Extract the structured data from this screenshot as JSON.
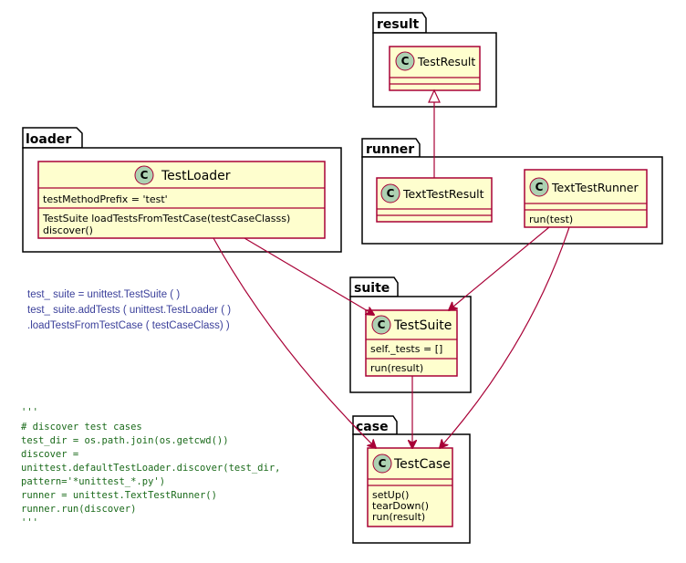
{
  "packages": {
    "result": "result",
    "runner": "runner",
    "loader": "loader",
    "suite": "suite",
    "case": "case"
  },
  "classes": {
    "test_result": {
      "name": "TestResult"
    },
    "text_test_result": {
      "name": "TextTestResult"
    },
    "text_test_runner": {
      "name": "TextTestRunner",
      "methods": [
        "run(test)"
      ]
    },
    "test_loader": {
      "name": "TestLoader",
      "fields": [
        "testMethodPrefix = 'test'"
      ],
      "methods": [
        "TestSuite loadTestsFromTestCase(testCaseClasss)",
        "discover()"
      ]
    },
    "test_suite": {
      "name": "TestSuite",
      "fields": [
        "self._tests = []"
      ],
      "methods": [
        "run(result)"
      ]
    },
    "test_case": {
      "name": "TestCase",
      "methods": [
        "setUp()",
        "tearDown()",
        "run(result)"
      ]
    }
  },
  "class_icon_letter": "C",
  "note_lines": [
    "test_ suite = unittest.TestSuite ( )",
    "test_ suite.addTests ( unittest.TestLoader ( )",
    ".loadTestsFromTestCase ( testCaseClass)  )"
  ],
  "code_lines": [
    "'''",
    "# discover test cases",
    "test_dir = os.path.join(os.getcwd())",
    "discover =",
    "unittest.defaultTestLoader.discover(test_dir,",
    "pattern='*unittest_*.py')",
    "runner = unittest.TextTestRunner()",
    "runner.run(discover)",
    "'''"
  ],
  "colors": {
    "class_fill": "#FEFECE",
    "class_border": "#A80036",
    "class_icon": "#ADD1B2",
    "note_text": "#3a3f9a",
    "code_text": "#1a6a1a"
  }
}
